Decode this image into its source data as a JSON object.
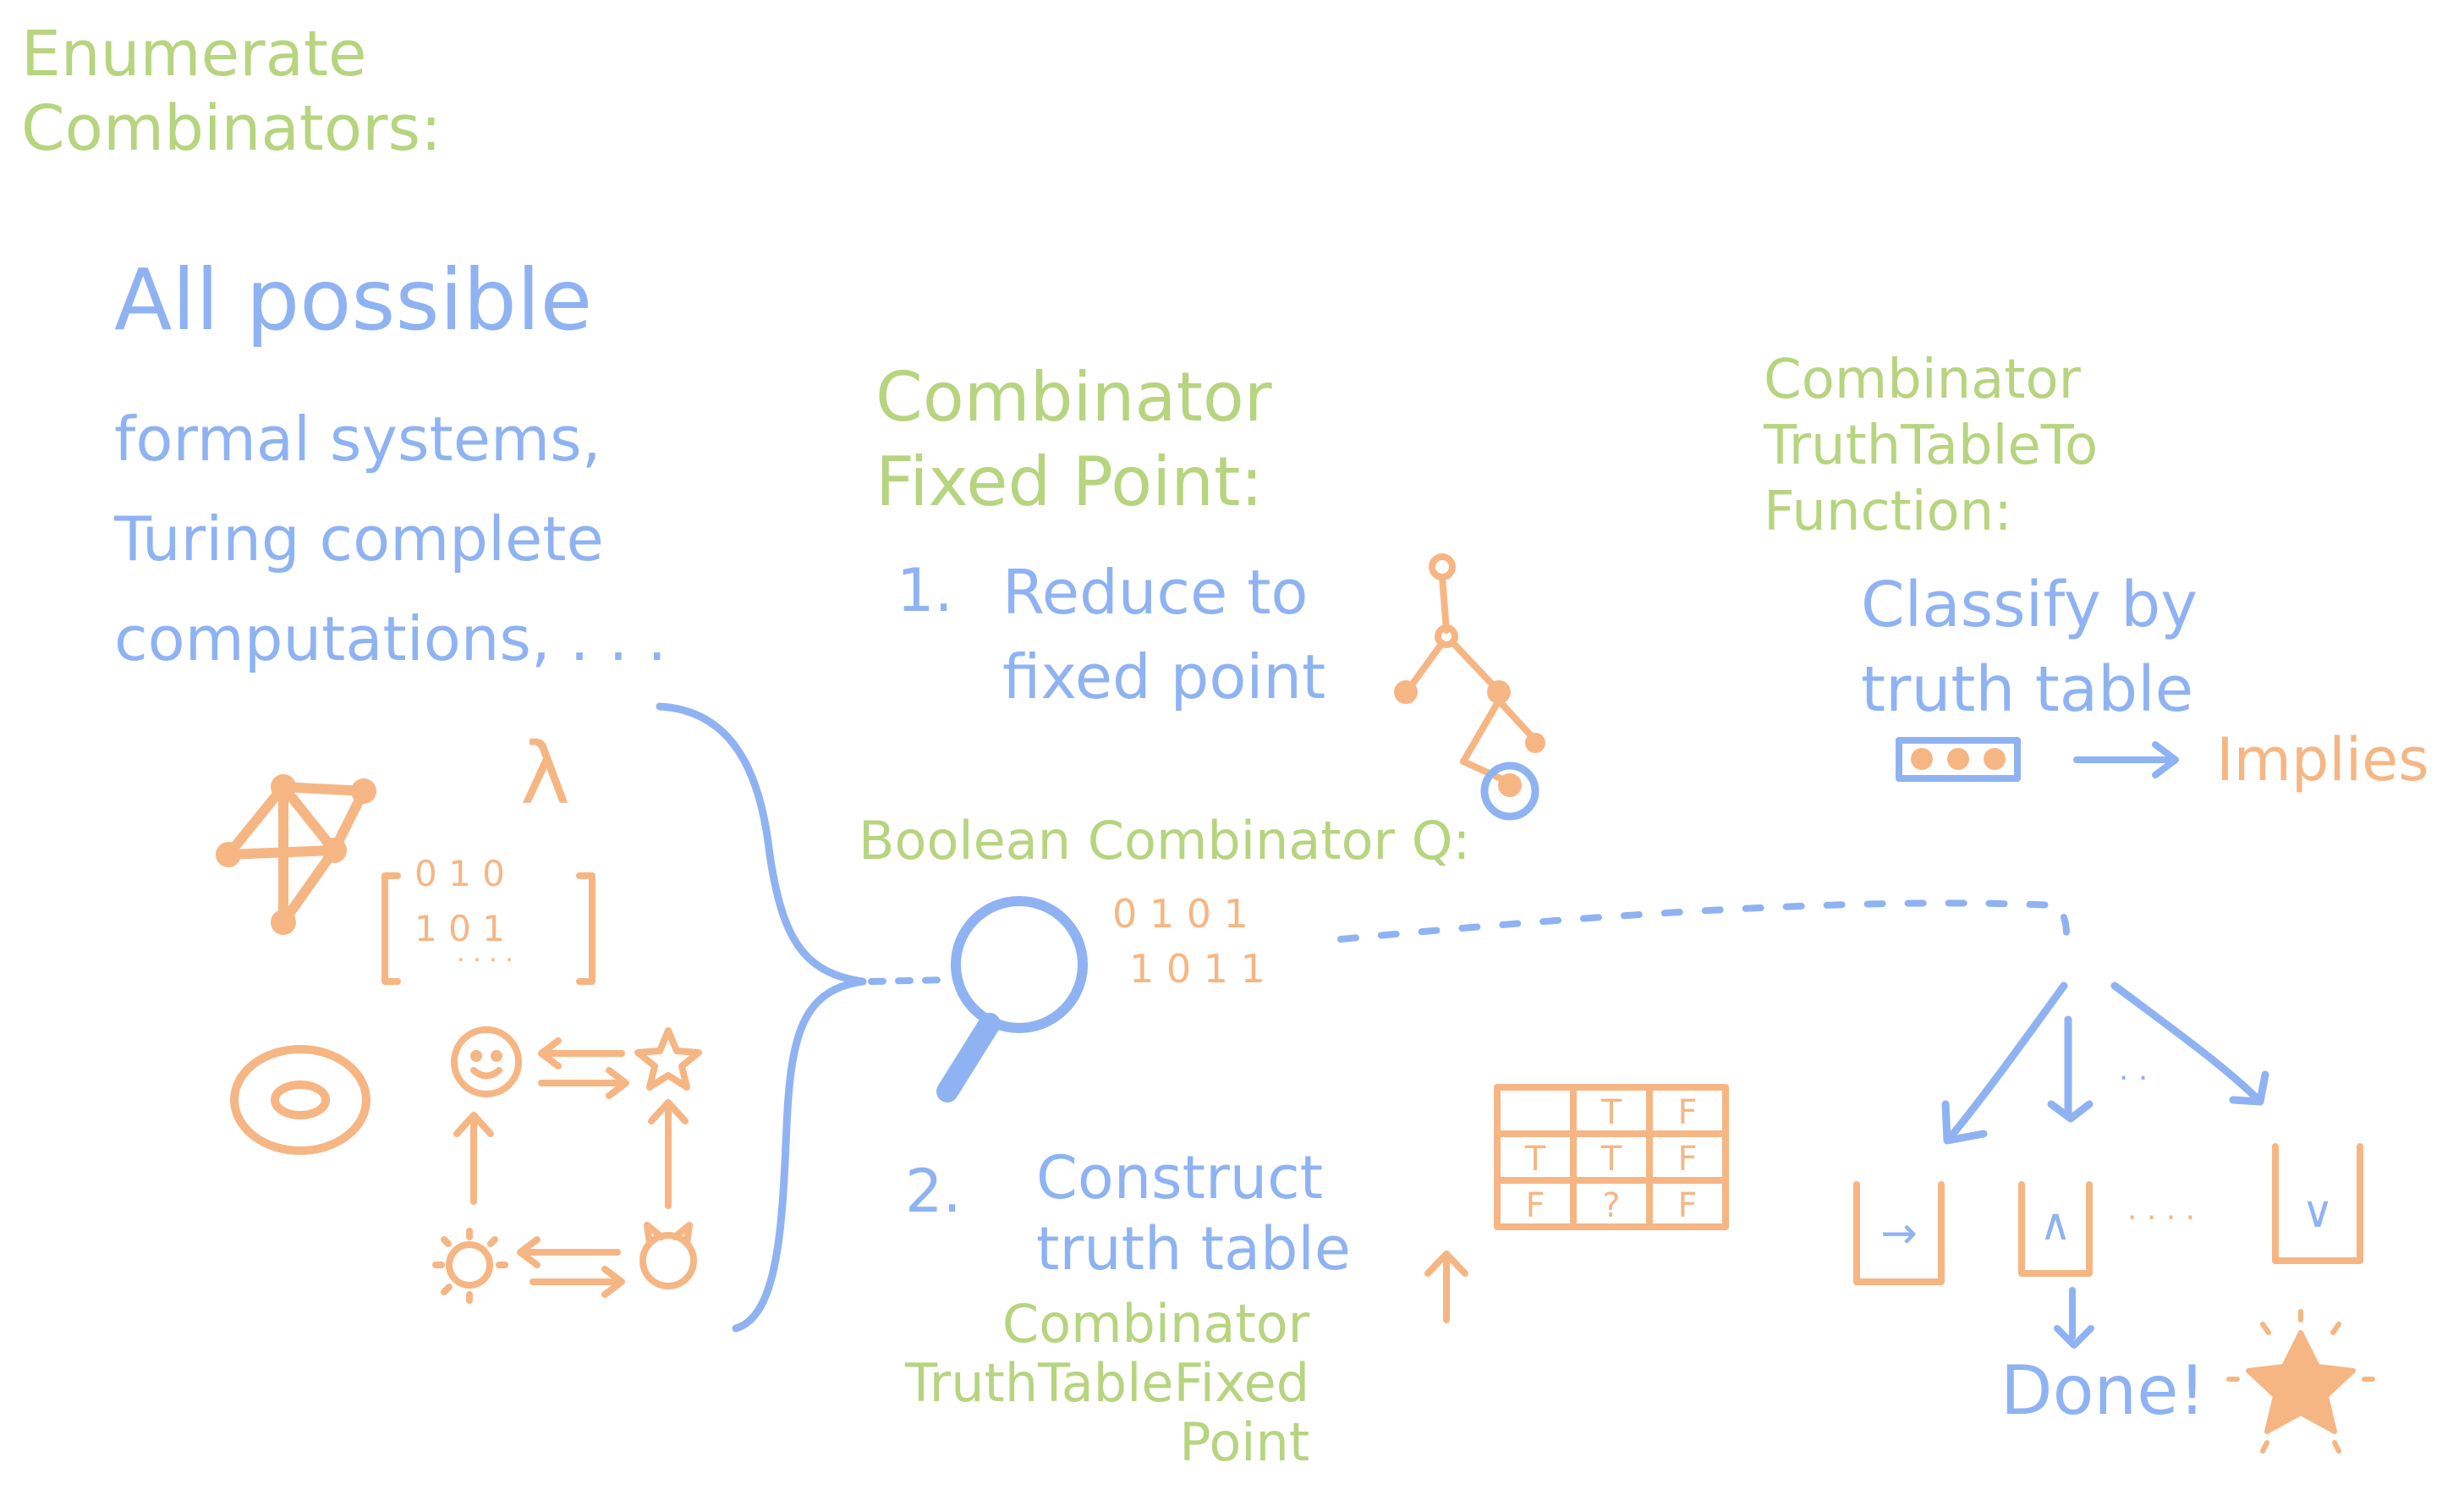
{
  "colors": {
    "green": "#b7d47f",
    "blue": "#8fb3f2",
    "orange": "#f6b684",
    "background": "#ffffff"
  },
  "enumerate": {
    "title": "Enumerate\nCombinators:",
    "subtitle": "All possible",
    "body": "formal systems,\nTuring complete\ncomputations, . . .",
    "lambda": "λ",
    "matrix_row1": "0 1 0",
    "matrix_row2": "1 0 1",
    "matrix_dots": ". . . ."
  },
  "fixed_point": {
    "title": "Combinator\nFixed Point:",
    "step1_num": "1.",
    "step1_text": "Reduce to\nfixed point"
  },
  "boolean": {
    "title": "Boolean Combinator Q:",
    "bits_row1": "0 1 0 1",
    "bits_row2": "1 0 1 1"
  },
  "truth_table_section": {
    "step2_num": "2.",
    "step2_text": "Construct\ntruth table",
    "caption": "Combinator\nTruthTableFixed\nPoint",
    "grid": [
      [
        "",
        "T",
        "F"
      ],
      [
        "T",
        "T",
        "F"
      ],
      [
        "F",
        "?",
        "F"
      ]
    ]
  },
  "to_function": {
    "title": "Combinator\nTruthTableTo\nFunction:",
    "classify": "Classify by\ntruth table",
    "result": "Implies",
    "boxes": [
      "→",
      "∧",
      "∨"
    ],
    "ellipsis_top": ". .",
    "ellipsis_boxes": ". . . .",
    "done": "Done!"
  }
}
